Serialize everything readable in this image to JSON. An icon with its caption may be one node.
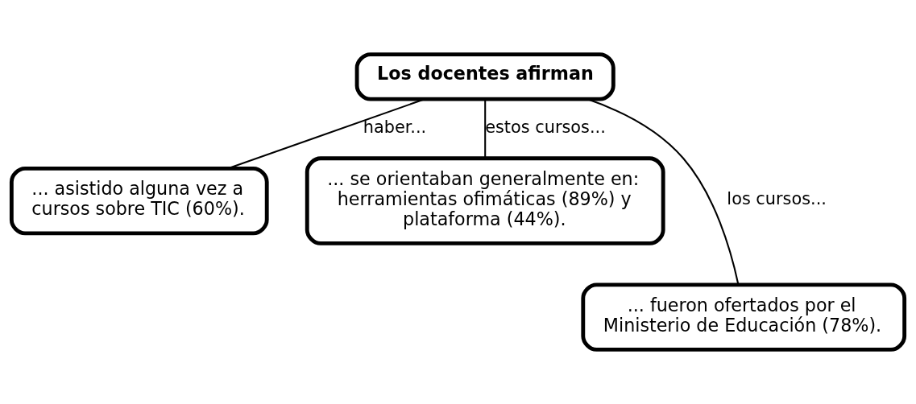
{
  "diagram": {
    "nodes": [
      {
        "text": [
          "Los docentes afirman"
        ]
      },
      {
        "text": [
          "... asistido alguna vez a cursos sobre TIC (60%)."
        ]
      },
      {
        "text": [
          "... se orientaban generalmente en: herramientas ofimáticas (89%) y plataforma (44%)."
        ]
      },
      {
        "text": [
          "... fueron ofertados por el Ministerio de Educación (78%)."
        ]
      }
    ],
    "edges": [
      {
        "from": 0,
        "to": 1,
        "arrow": "none",
        "label": "haber..."
      },
      {
        "from": 0,
        "to": 3,
        "arrow": "none",
        "label": "los cursos..."
      },
      {
        "from": 0,
        "to": 2,
        "arrow": "none",
        "label": "estos cursos..."
      }
    ]
  }
}
